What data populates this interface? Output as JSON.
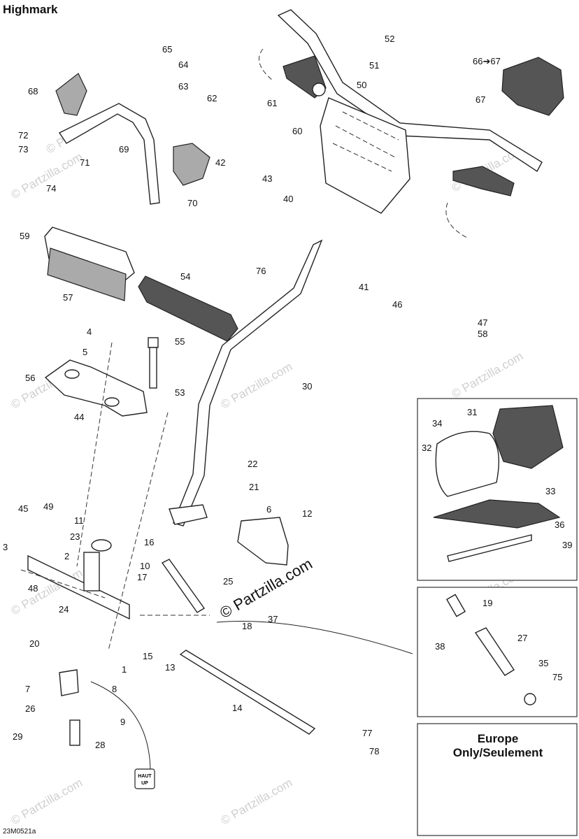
{
  "title": "Highmark",
  "drawing_code": "23M0521a",
  "watermark": "© Partzilla.com",
  "europe_note_line1": "Europe",
  "europe_note_line2": "Only/Seulement",
  "arrow_label": "66➔67",
  "haut_up_line1": "HAUT",
  "haut_up_line2": "UP",
  "callouts": [
    "65",
    "64",
    "63",
    "62",
    "61",
    "52",
    "51",
    "50",
    "66➔67",
    "67",
    "68",
    "72",
    "73",
    "71",
    "74",
    "69",
    "70",
    "60",
    "42",
    "43",
    "40",
    "59",
    "76",
    "41",
    "46",
    "47",
    "58",
    "57",
    "54",
    "4",
    "55",
    "5",
    "53",
    "56",
    "44",
    "30",
    "31",
    "34",
    "32",
    "33",
    "36",
    "39",
    "22",
    "21",
    "45",
    "49",
    "6",
    "12",
    "11",
    "16",
    "10",
    "17",
    "3",
    "2",
    "23",
    "48",
    "25",
    "24",
    "18",
    "37",
    "19",
    "38",
    "27",
    "35",
    "75",
    "20",
    "15",
    "13",
    "1",
    "7",
    "8",
    "9",
    "26",
    "29",
    "28",
    "14",
    "77",
    "78"
  ]
}
